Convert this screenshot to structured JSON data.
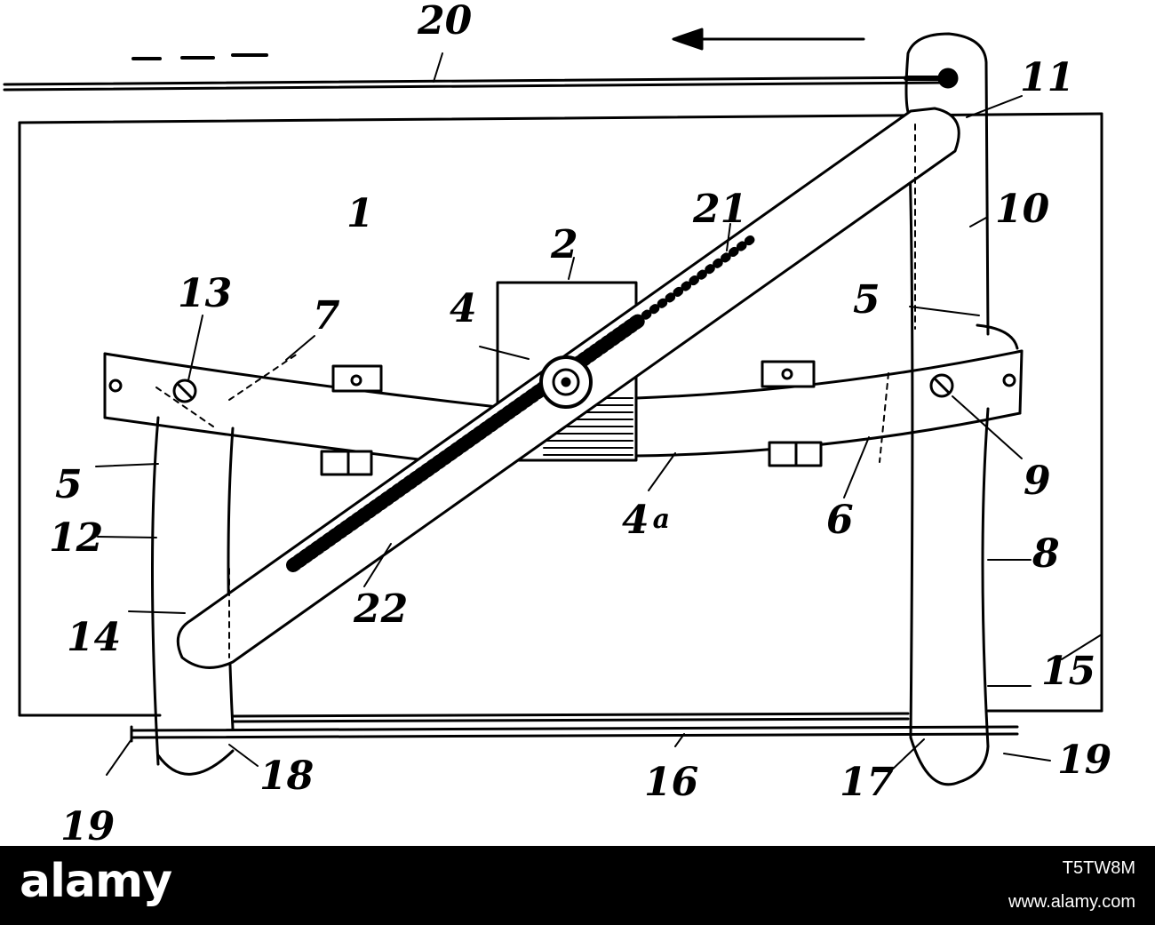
{
  "figure": {
    "reference_numerals": {
      "top_rod": "20",
      "plate": "1",
      "block": "2",
      "pivot": "4",
      "bar_lower_label": "4",
      "bar_lower_sup": "a",
      "guide_right_upper": "5",
      "guide_right_lower": "6",
      "guide_left_upper": "5",
      "left_pin": "13",
      "left_line": "7",
      "right_pin": "9",
      "arm_right_upper": "10",
      "arm_right_lower": "8",
      "top_right_joint": "11",
      "rack_upper": "21",
      "rack_lower": "22",
      "arm_left": "12",
      "bottom_left_joint": "14",
      "right_corner": "15",
      "bottom_rod": "16",
      "bottom_right_knob": "17",
      "bottom_left_knob": "18",
      "end_pin_left": "19",
      "end_pin_right": "19"
    },
    "colors": {
      "ink": "#000000",
      "paper": "#ffffff"
    }
  },
  "footer": {
    "brand": "alamy",
    "image_id": "T5TW8M",
    "url": "www.alamy.com"
  }
}
